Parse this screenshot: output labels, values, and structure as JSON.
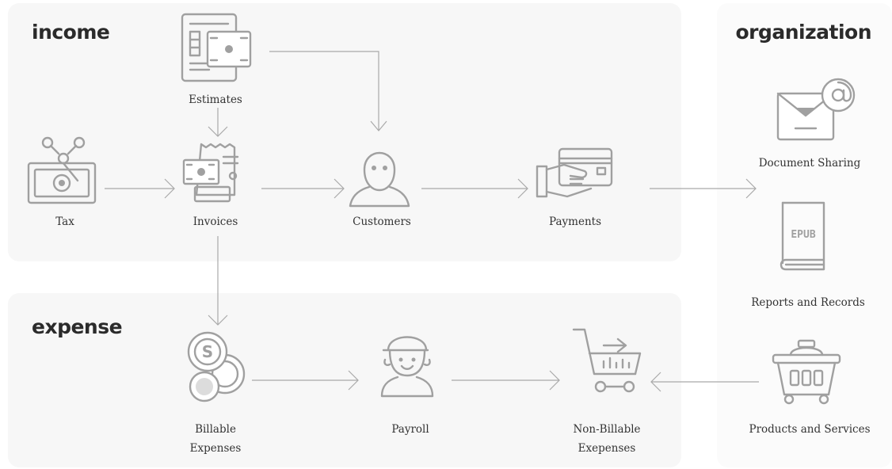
{
  "headings": {
    "income": "income",
    "expense": "expense",
    "organization": "organization"
  },
  "nodes": {
    "estimates": "Estimates",
    "tax": "Tax",
    "invoices": "Invoices",
    "customers": "Customers",
    "payments": "Payments",
    "billable_expenses": "Billable Expenses",
    "payroll": "Payroll",
    "non_billable_expenses": "Non-Billable Exepenses",
    "document_sharing": "Document Sharing",
    "reports_and_records": "Reports and Records",
    "products_and_services": "Products and Services"
  },
  "icon_text": {
    "epub": "EPUB",
    "coin": "S"
  },
  "colors": {
    "icon_stroke": "#a0a0a0",
    "connector": "#a9a9a9",
    "heading": "#2b2b2b",
    "panel": "#f7f7f7"
  }
}
